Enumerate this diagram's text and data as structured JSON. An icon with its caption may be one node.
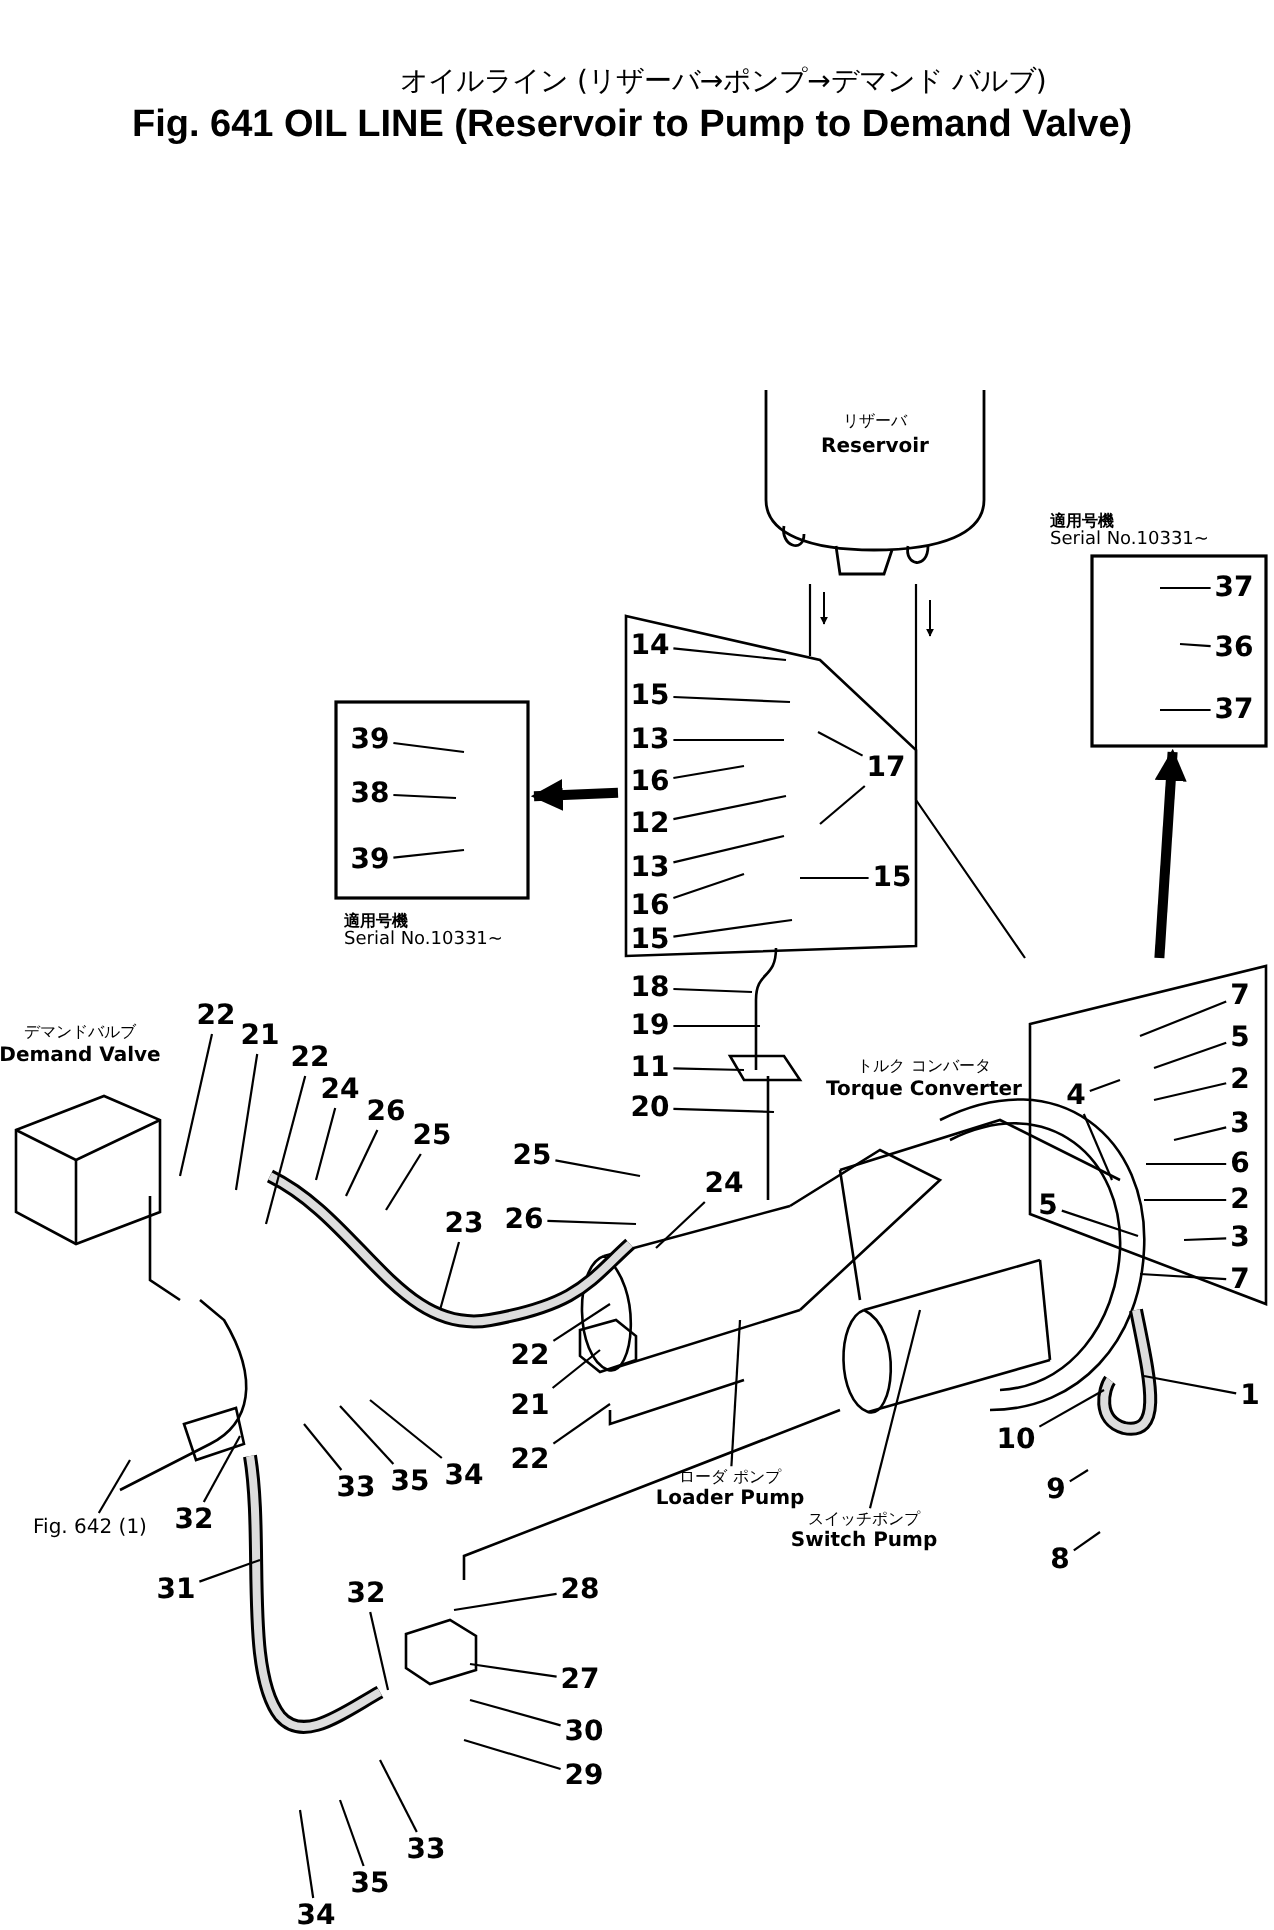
{
  "diagram": {
    "title": "Fig. 641 OIL LINE (Reservoir to Pump to Demand Valve)",
    "nodes": [
      {
        "text": [
          "リザーバ",
          "Reservoir"
        ]
      },
      {
        "text": [],
        "shape": "box"
      },
      {
        "text": [
          "14"
        ],
        "in": 1
      },
      {
        "text": [
          "15"
        ],
        "in": 1
      },
      {
        "text": [
          "13"
        ],
        "in": 1
      },
      {
        "text": [
          "16"
        ],
        "in": 1
      },
      {
        "text": [
          "12"
        ],
        "in": 1
      },
      {
        "text": [
          "13"
        ],
        "in": 1
      },
      {
        "text": [
          "16"
        ],
        "in": 1
      },
      {
        "text": [
          "15"
        ],
        "in": 1
      },
      {
        "text": [
          "15"
        ],
        "in": 1
      },
      {
        "text": [
          "17"
        ],
        "in": 1
      },
      {
        "text": [],
        "shape": "box",
        "beside": [
          "適用号機",
          "Serial No.10331~"
        ]
      },
      {
        "text": [
          "39"
        ],
        "in": 12
      },
      {
        "text": [
          "38"
        ],
        "in": 12
      },
      {
        "text": [
          "39"
        ],
        "in": 12
      },
      {
        "text": [],
        "shape": "box",
        "beside": [
          "適用号機",
          "Serial No.10331~"
        ]
      },
      {
        "text": [
          "37"
        ],
        "in": 16
      },
      {
        "text": [
          "36"
        ],
        "in": 16
      },
      {
        "text": [
          "37"
        ],
        "in": 16
      },
      {
        "text": [],
        "shape": "box"
      },
      {
        "text": [
          "7"
        ],
        "in": 20
      },
      {
        "text": [
          "5"
        ],
        "in": 20
      },
      {
        "text": [
          "2"
        ],
        "in": 20
      },
      {
        "text": [
          "3"
        ],
        "in": 20
      },
      {
        "text": [
          "6"
        ],
        "in": 20
      },
      {
        "text": [
          "4"
        ],
        "in": 20
      },
      {
        "text": [
          "2"
        ],
        "in": 20
      },
      {
        "text": [
          "5"
        ],
        "in": 20
      },
      {
        "text": [
          "3"
        ],
        "in": 20
      },
      {
        "text": [
          "7"
        ],
        "in": 20
      },
      {
        "text": [
          "1"
        ]
      },
      {
        "text": [
          "10"
        ]
      },
      {
        "text": [
          "9"
        ]
      },
      {
        "text": [
          "8"
        ]
      },
      {
        "text": [
          "18"
        ]
      },
      {
        "text": [
          "19"
        ]
      },
      {
        "text": [
          "11"
        ]
      },
      {
        "text": [
          "20"
        ]
      },
      {
        "text": [
          "25"
        ]
      },
      {
        "text": [
          "26"
        ]
      },
      {
        "text": [
          "24"
        ]
      },
      {
        "text": [
          "22"
        ]
      },
      {
        "text": [
          "21"
        ]
      },
      {
        "text": [
          "22"
        ]
      },
      {
        "text": [
          "22"
        ]
      },
      {
        "text": [
          "21"
        ]
      },
      {
        "text": [
          "22"
        ]
      },
      {
        "text": [
          "24"
        ]
      },
      {
        "text": [
          "26"
        ]
      },
      {
        "text": [
          "25"
        ]
      },
      {
        "text": [
          "23"
        ]
      },
      {
        "text": [
          "ローダ ポンプ",
          "Loader Pump"
        ]
      },
      {
        "text": [
          "スイッチポンプ",
          "Switch Pump"
        ]
      },
      {
        "text": [
          "Fig. 642 (1)"
        ]
      },
      {
        "text": [
          "32"
        ]
      },
      {
        "text": [
          "33"
        ]
      },
      {
        "text": [
          "35"
        ]
      },
      {
        "text": [
          "34"
        ]
      },
      {
        "text": [
          "31"
        ]
      },
      {
        "text": [
          "32"
        ]
      },
      {
        "text": [
          "28"
        ]
      },
      {
        "text": [
          "27"
        ]
      },
      {
        "text": [
          "30"
        ]
      },
      {
        "text": [
          "29"
        ]
      },
      {
        "text": [
          "33"
        ]
      },
      {
        "text": [
          "35"
        ]
      },
      {
        "text": [
          "34"
        ]
      }
    ],
    "edges": [
      {
        "from": 2,
        "to": null,
        "arrow": "none"
      },
      {
        "from": 3,
        "to": null,
        "arrow": "none"
      },
      {
        "from": 4,
        "to": null,
        "arrow": "none"
      },
      {
        "from": 5,
        "to": null,
        "arrow": "none"
      },
      {
        "from": 6,
        "to": null,
        "arrow": "none"
      },
      {
        "from": 7,
        "to": null,
        "arrow": "none"
      },
      {
        "from": 8,
        "to": null,
        "arrow": "none"
      },
      {
        "from": 9,
        "to": null,
        "arrow": "none"
      },
      {
        "from": 10,
        "to": null,
        "arrow": "none"
      },
      {
        "from": 11,
        "to": null,
        "arrow": "none"
      },
      {
        "from": 11,
        "to": null,
        "arrow": "none"
      },
      {
        "from": 13,
        "to": null,
        "arrow": "none"
      },
      {
        "from": 14,
        "to": null,
        "arrow": "none"
      },
      {
        "from": 15,
        "to": null,
        "arrow": "none"
      },
      {
        "from": 17,
        "to": null,
        "arrow": "none"
      },
      {
        "from": 18,
        "to": null,
        "arrow": "none"
      },
      {
        "from": 19,
        "to": null,
        "arrow": "none"
      },
      {
        "from": 21,
        "to": null,
        "arrow": "none"
      },
      {
        "from": 22,
        "to": null,
        "arrow": "none"
      },
      {
        "from": 23,
        "to": null,
        "arrow": "none"
      },
      {
        "from": 24,
        "to": null,
        "arrow": "none"
      },
      {
        "from": 25,
        "to": null,
        "arrow": "none"
      },
      {
        "from": 26,
        "to": null,
        "arrow": "none"
      },
      {
        "from": 26,
        "to": null,
        "arrow": "none"
      },
      {
        "from": 27,
        "to": null,
        "arrow": "none"
      },
      {
        "from": 28,
        "to": null,
        "arrow": "none"
      },
      {
        "from": 29,
        "to": null,
        "arrow": "none"
      },
      {
        "from": 30,
        "to": null,
        "arrow": "none"
      },
      {
        "from": 31,
        "to": null,
        "arrow": "none"
      },
      {
        "from": 32,
        "to": null,
        "arrow": "none"
      },
      {
        "from": 33,
        "to": null,
        "arrow": "none"
      },
      {
        "from": 34,
        "to": null,
        "arrow": "none"
      },
      {
        "from": 35,
        "to": null,
        "arrow": "none"
      },
      {
        "from": 36,
        "to": null,
        "arrow": "none"
      },
      {
        "from": 37,
        "to": null,
        "arrow": "none"
      },
      {
        "from": 38,
        "to": null,
        "arrow": "none"
      },
      {
        "from": 39,
        "to": null,
        "arrow": "none"
      },
      {
        "from": 40,
        "to": null,
        "arrow": "none"
      },
      {
        "from": 41,
        "to": null,
        "arrow": "none"
      },
      {
        "from": 42,
        "to": null,
        "arrow": "none"
      },
      {
        "from": 43,
        "to": null,
        "arrow": "none"
      },
      {
        "from": 44,
        "to": null,
        "arrow": "none"
      },
      {
        "from": 45,
        "to": null,
        "arrow": "none"
      },
      {
        "from": 46,
        "to": null,
        "arrow": "none"
      },
      {
        "from": 47,
        "to": null,
        "arrow": "none"
      },
      {
        "from": 48,
        "to": null,
        "arrow": "none"
      },
      {
        "from": 49,
        "to": null,
        "arrow": "none"
      },
      {
        "from": 50,
        "to": null,
        "arrow": "none"
      },
      {
        "from": 51,
        "to": null,
        "arrow": "none"
      },
      {
        "from": 52,
        "to": null,
        "arrow": "none"
      },
      {
        "from": 53,
        "to": null,
        "arrow": "none"
      },
      {
        "from": 54,
        "to": null,
        "arrow": "none"
      },
      {
        "from": 55,
        "to": null,
        "arrow": "none"
      },
      {
        "from": 56,
        "to": null,
        "arrow": "none"
      },
      {
        "from": 57,
        "to": null,
        "arrow": "none"
      },
      {
        "from": 58,
        "to": null,
        "arrow": "none"
      },
      {
        "from": 59,
        "to": null,
        "arrow": "none"
      },
      {
        "from": 60,
        "to": null,
        "arrow": "none"
      },
      {
        "from": 61,
        "to": null,
        "arrow": "none"
      },
      {
        "from": 62,
        "to": null,
        "arrow": "none"
      },
      {
        "from": 63,
        "to": null,
        "arrow": "none"
      },
      {
        "from": 64,
        "to": null,
        "arrow": "none"
      },
      {
        "from": 65,
        "to": null,
        "arrow": "none"
      },
      {
        "from": 66,
        "to": null,
        "arrow": "none"
      },
      {
        "from": 67,
        "to": null,
        "arrow": "none"
      },
      {
        "from": 1,
        "to": 12,
        "arrow": "to",
        "style": "thick"
      },
      {
        "from": 20,
        "to": 16,
        "arrow": "to",
        "style": "thick"
      },
      {
        "from": 0,
        "to": 1,
        "arrow": "none"
      },
      {
        "from": 0,
        "to": 20,
        "arrow": "none"
      }
    ],
    "labels": [
      "オイルライン (リザーバ→ポンプ→デマンド バルブ)",
      "トルク コンバータ",
      "Torque Converter",
      "デマンドバルブ",
      "Demand Valve"
    ]
  }
}
